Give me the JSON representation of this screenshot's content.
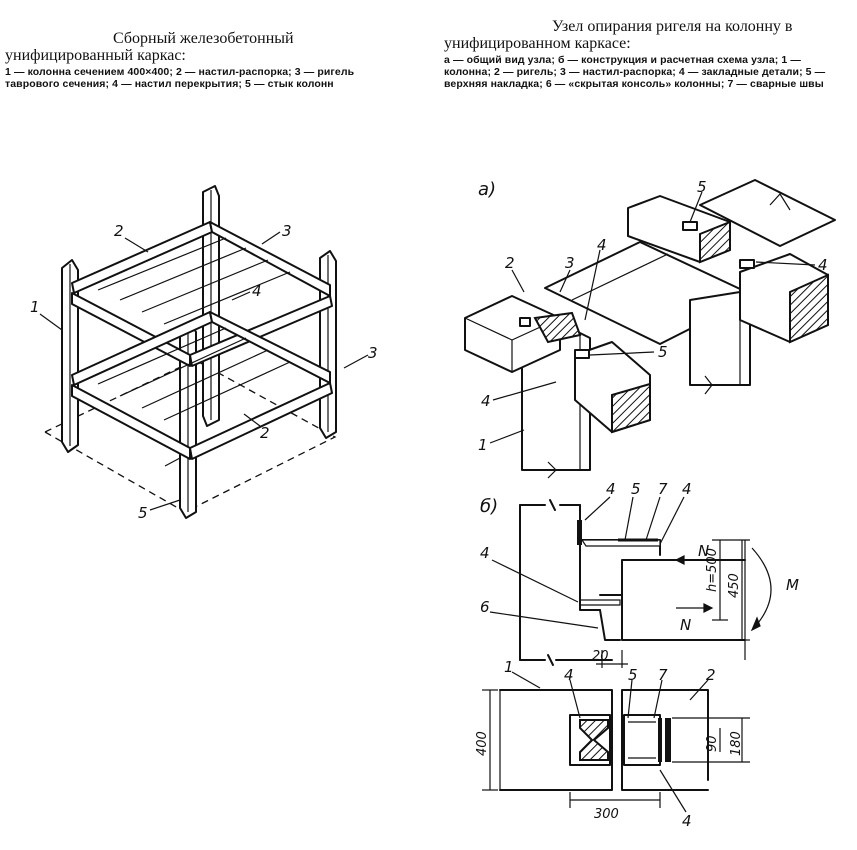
{
  "left_caption": {
    "title": "Сборный железобетонный унифицированный каркас:",
    "legend": "1 — колонна сечением 400×400; 2 — настил-распорка; 3 — ригель таврового сечения; 4 — настил перекрытия; 5 — стык колонн"
  },
  "right_caption": {
    "title": "Узел опирания ригеля на колонну в унифицированном каркасе:",
    "legend": "а — общий вид узла; б — конструкция и расчетная схема узла; 1 — колонна; 2 — ригель; 3 — настил-распорка; 4 — закладные детали; 5 — верхняя накладка; 6 — «скрытая консоль» колонны; 7 — сварные швы"
  },
  "frame_labels": {
    "l1": "1",
    "l2a": "2",
    "l2b": "2",
    "l3a": "3",
    "l3b": "3",
    "l4": "4",
    "l5": "5"
  },
  "fig_a": {
    "tag": "а)",
    "labels": {
      "l1": "1",
      "l2": "2",
      "l3": "3",
      "l4a": "4",
      "l4b": "4",
      "l4c": "4",
      "l5a": "5",
      "l5b": "5"
    }
  },
  "fig_b": {
    "tag": "б)",
    "labels": {
      "l4a": "4",
      "l5": "5",
      "l7": "7",
      "l4b": "4",
      "l4c": "4",
      "l6": "6",
      "l1": "1",
      "l4d": "4",
      "l5b": "5",
      "l7b": "7",
      "l2": "2",
      "l4e": "4",
      "N1": "N",
      "N2": "N",
      "M": "M"
    },
    "dims": {
      "h": "h=500",
      "d450": "450",
      "d20": "20",
      "d400": "400",
      "d300": "300",
      "d90": "90",
      "d180": "180"
    }
  }
}
